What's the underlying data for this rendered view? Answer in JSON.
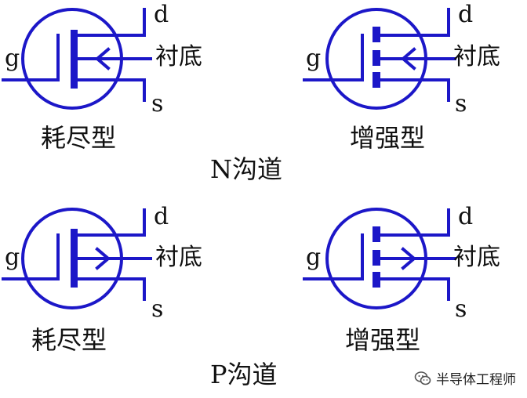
{
  "colors": {
    "symbol": "#1c17c8",
    "text": "#111111"
  },
  "n_channel": {
    "title": "N沟道",
    "depletion": {
      "mode_label": "耗尽型",
      "pin_drain": "d",
      "pin_gate": "g",
      "pin_source": "s",
      "substrate_label": "衬底",
      "arrow": "inward"
    },
    "enhancement": {
      "mode_label": "增强型",
      "pin_drain": "d",
      "pin_gate": "g",
      "pin_source": "s",
      "substrate_label": "衬底",
      "arrow": "inward"
    }
  },
  "p_channel": {
    "title": "P沟道",
    "depletion": {
      "mode_label": "耗尽型",
      "pin_drain": "d",
      "pin_gate": "g",
      "pin_source": "s",
      "substrate_label": "衬底",
      "arrow": "outward"
    },
    "enhancement": {
      "mode_label": "增强型",
      "pin_drain": "d",
      "pin_gate": "g",
      "pin_source": "s",
      "substrate_label": "衬底",
      "arrow": "outward"
    }
  },
  "watermark": {
    "text": "半导体工程师",
    "icon": "wechat-icon"
  }
}
